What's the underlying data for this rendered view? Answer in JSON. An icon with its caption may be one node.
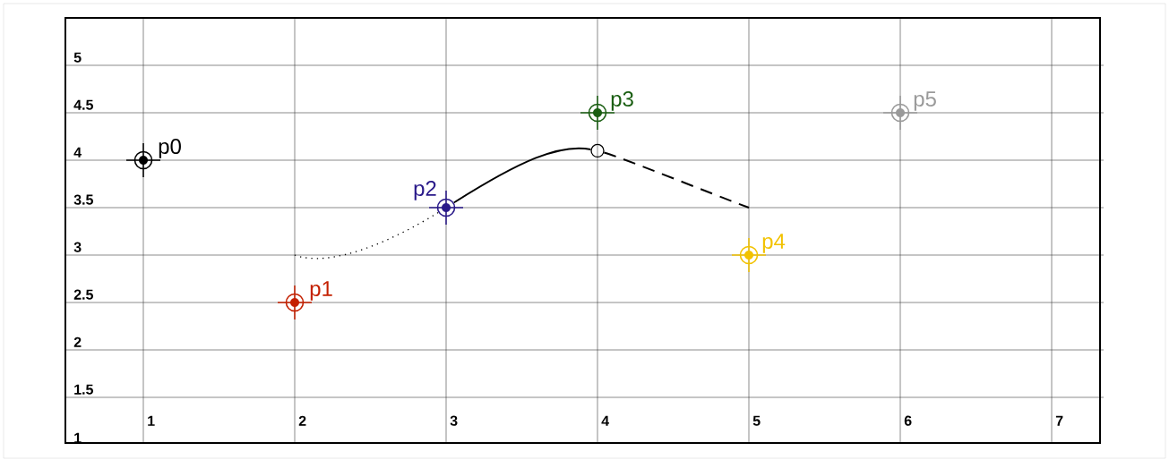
{
  "diagram": {
    "nodes": [
      {
        "text": [
          "p0"
        ]
      },
      {
        "text": [
          "p1"
        ]
      },
      {
        "text": [
          "p2"
        ]
      },
      {
        "text": [
          "p3"
        ]
      },
      {
        "text": [
          "p4"
        ]
      },
      {
        "text": [
          "p5"
        ]
      },
      {
        "text": [],
        "shape": "circle"
      }
    ],
    "edges": [
      {
        "from": null,
        "to": 2,
        "arrow": "none",
        "style": "dashed"
      },
      {
        "from": 2,
        "to": 6,
        "arrow": "none"
      },
      {
        "from": 6,
        "to": null,
        "arrow": "none",
        "style": "dashed"
      }
    ],
    "labels": [
      "5",
      "4.5",
      "4",
      "3.5",
      "3",
      "2.5",
      "2",
      "1.5",
      "1",
      "2",
      "3",
      "4",
      "5",
      "6",
      "7",
      "1"
    ]
  }
}
